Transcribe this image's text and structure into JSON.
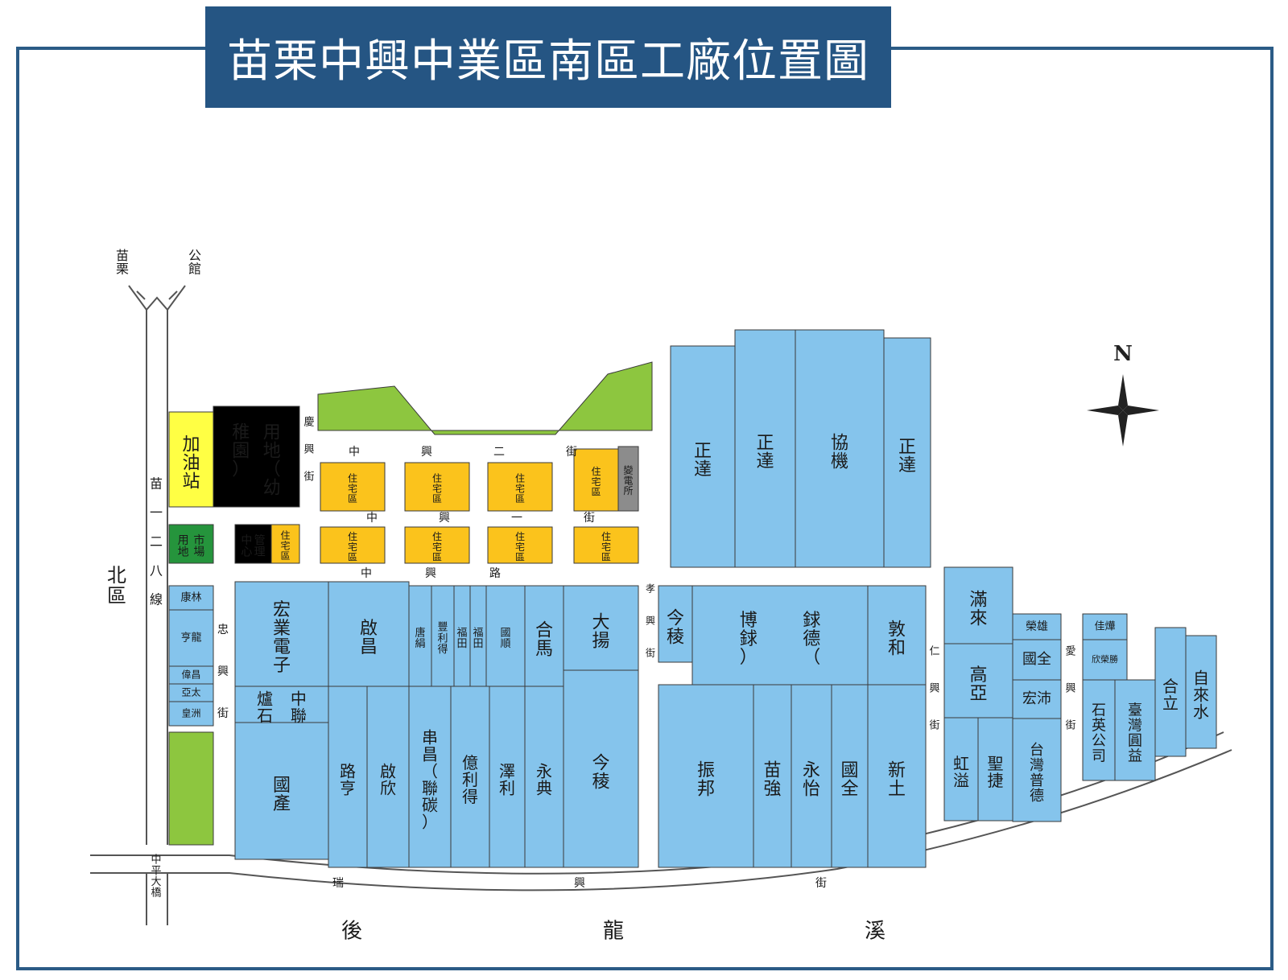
{
  "title": "苗栗中興中業區南區工廠位置圖",
  "colors": {
    "factory": "#85c4ec",
    "residential": "#fbc31c",
    "green": "#8dc63f",
    "gas": "#ffff44",
    "kindergarten": "#f19aa0",
    "market": "#25943c",
    "management": "#e62222",
    "substation": "#8c8c8c",
    "frame": "#2b5b86"
  },
  "compass": "N",
  "roads": [
    {
      "id": "miaoli",
      "text": "苗栗"
    },
    {
      "id": "gongguan",
      "text": "公館"
    },
    {
      "id": "road-128",
      "text": "苗一二八線"
    },
    {
      "id": "north-zone",
      "text": "北區"
    },
    {
      "id": "bridge",
      "text": "中平大橋"
    },
    {
      "id": "zhongxing-2nd",
      "text": "中興二街"
    },
    {
      "id": "zhongxing-1st",
      "text": "中興一街"
    },
    {
      "id": "zhongxing-rd",
      "text": "中興路"
    },
    {
      "id": "qingxing",
      "text": "慶興街"
    },
    {
      "id": "zhongxing-st",
      "text": "忠興街"
    },
    {
      "id": "xiaoxing",
      "text": "孝興街"
    },
    {
      "id": "renxing",
      "text": "仁興街"
    },
    {
      "id": "aixing",
      "text": "愛興街"
    },
    {
      "id": "ruixing",
      "text": "瑞興街"
    },
    {
      "id": "creek",
      "text": "後龍溪"
    }
  ],
  "zones": [
    {
      "id": "gas",
      "text": "加油站"
    },
    {
      "id": "kinder",
      "text": "用地（幼稚園）"
    },
    {
      "id": "market",
      "text": "市場用地"
    },
    {
      "id": "mgmt",
      "text": "管理中心"
    },
    {
      "id": "res-a1",
      "text": "住宅區"
    },
    {
      "id": "res-a2",
      "text": "住宅區"
    },
    {
      "id": "res-a3",
      "text": "住宅區"
    },
    {
      "id": "res-a4",
      "text": "住宅區"
    },
    {
      "id": "res-b0",
      "text": "住宅區"
    },
    {
      "id": "res-b1",
      "text": "住宅區"
    },
    {
      "id": "res-b2",
      "text": "住宅區"
    },
    {
      "id": "res-b3",
      "text": "住宅區"
    },
    {
      "id": "res-b4",
      "text": "住宅區"
    },
    {
      "id": "substation",
      "text": "變電所"
    }
  ],
  "factories": [
    {
      "id": "zhengda1",
      "text": "正達"
    },
    {
      "id": "zhengda2",
      "text": "正達"
    },
    {
      "id": "xieji",
      "text": "協機"
    },
    {
      "id": "zhengda3",
      "text": "正達"
    },
    {
      "id": "kanglin",
      "text": "康林"
    },
    {
      "id": "henglong",
      "text": "亨龍"
    },
    {
      "id": "weichang",
      "text": "偉昌"
    },
    {
      "id": "yatai",
      "text": "亞太"
    },
    {
      "id": "huangzhou",
      "text": "皇洲"
    },
    {
      "id": "hongye",
      "text": "宏業電子"
    },
    {
      "id": "qichang",
      "text": "啟昌"
    },
    {
      "id": "tangjuan",
      "text": "唐絹"
    },
    {
      "id": "fengli",
      "text": "豐利得"
    },
    {
      "id": "futian1",
      "text": "福田"
    },
    {
      "id": "futian2",
      "text": "福田"
    },
    {
      "id": "guoshun",
      "text": "國順"
    },
    {
      "id": "hema",
      "text": "合馬"
    },
    {
      "id": "dayang",
      "text": "大揚"
    },
    {
      "id": "zhonglian",
      "text": "中聯爐石"
    },
    {
      "id": "guochan",
      "text": "國產"
    },
    {
      "id": "luheng",
      "text": "路亨"
    },
    {
      "id": "qixin",
      "text": "啟欣"
    },
    {
      "id": "chuanchang",
      "text": "串昌（聯碳）"
    },
    {
      "id": "yilide",
      "text": "億利得"
    },
    {
      "id": "zeli",
      "text": "澤利"
    },
    {
      "id": "yongdian",
      "text": "永典"
    },
    {
      "id": "jinleng1",
      "text": "今稜"
    },
    {
      "id": "jinleng2",
      "text": "今稜"
    },
    {
      "id": "laide",
      "text": "銶德（博銶）"
    },
    {
      "id": "dunhe",
      "text": "敦和"
    },
    {
      "id": "zhenbang",
      "text": "振邦"
    },
    {
      "id": "miaoqiang",
      "text": "苗強"
    },
    {
      "id": "yongyi",
      "text": "永怡"
    },
    {
      "id": "guoquan1",
      "text": "國全"
    },
    {
      "id": "xintu",
      "text": "新土"
    },
    {
      "id": "manlai",
      "text": "滿來"
    },
    {
      "id": "gaoya",
      "text": "高亞"
    },
    {
      "id": "hongyi",
      "text": "虹溢"
    },
    {
      "id": "shengjie",
      "text": "聖捷"
    },
    {
      "id": "rongxiong",
      "text": "榮雄"
    },
    {
      "id": "guoquan2",
      "text": "國全"
    },
    {
      "id": "hongpei",
      "text": "宏沛"
    },
    {
      "id": "taiwanpude",
      "text": "台灣普德"
    },
    {
      "id": "jiahua",
      "text": "佳燁"
    },
    {
      "id": "xinrongsheng",
      "text": "欣榮勝"
    },
    {
      "id": "shiying",
      "text": "石英公司"
    },
    {
      "id": "taiwanyuanyi",
      "text": "臺灣圓益"
    },
    {
      "id": "heli",
      "text": "合立"
    },
    {
      "id": "zilaishui",
      "text": "自來水"
    }
  ]
}
